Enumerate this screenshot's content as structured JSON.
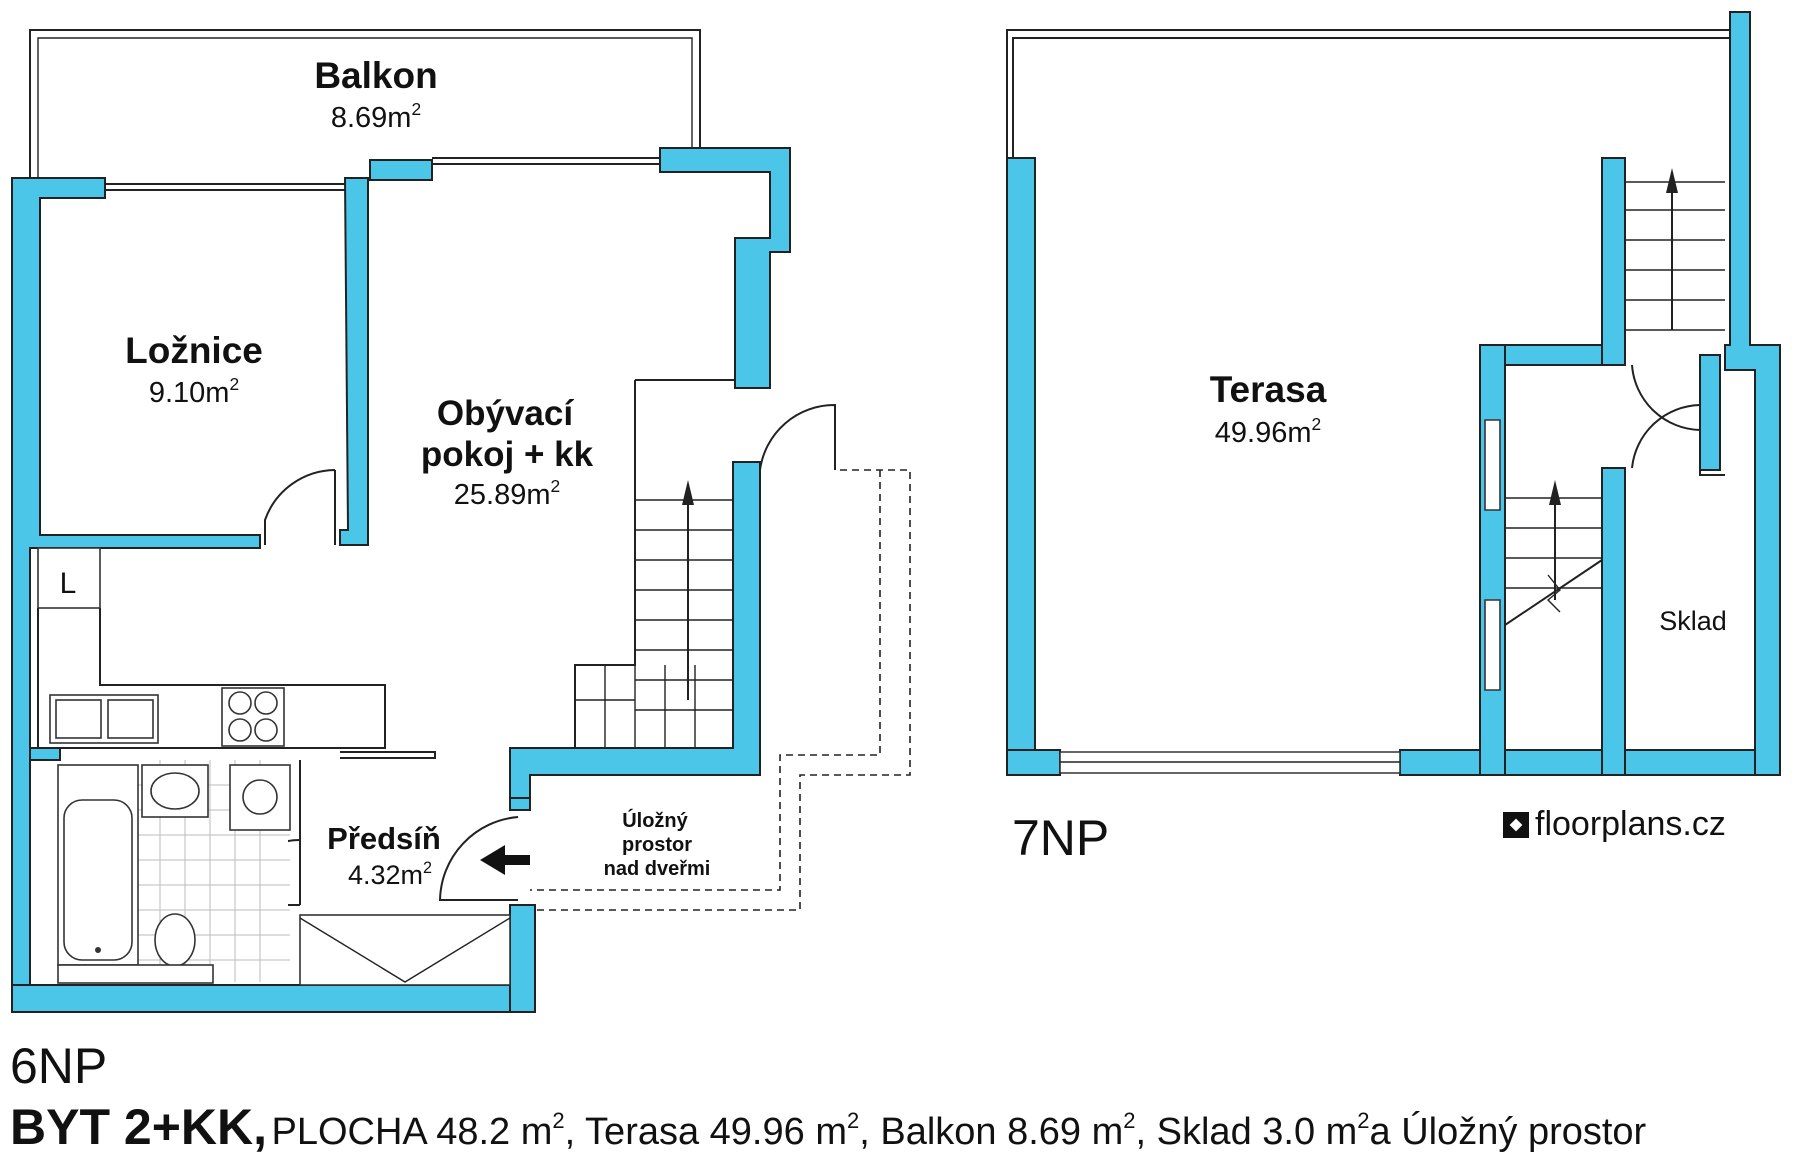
{
  "floor_6": {
    "label": "6NP",
    "rooms": {
      "balkon": {
        "name": "Balkon",
        "area": "8.69m",
        "unit_sup": "2"
      },
      "loznice": {
        "name": "Ložnice",
        "area": "9.10m",
        "unit_sup": "2"
      },
      "obyvaci": {
        "name_line1": "Obývací",
        "name_line2": "pokoj + kk",
        "area": "25.89m",
        "unit_sup": "2"
      },
      "predsin": {
        "name": "Předsíň",
        "area": "4.32m",
        "unit_sup": "2"
      }
    },
    "storage_note": {
      "line1": "Úložný",
      "line2": "prostor",
      "line3": "nad dveřmi"
    },
    "fridge_label": "L"
  },
  "floor_7": {
    "label": "7NP",
    "rooms": {
      "terasa": {
        "name": "Terasa",
        "area": "49.96m",
        "unit_sup": "2"
      },
      "sklad": {
        "name": "Sklad"
      }
    }
  },
  "brand": {
    "name": "floorplans.cz"
  },
  "summary": {
    "title": "BYT 2+KK,",
    "plocha": "PLOCHA 48.2 m",
    "terasa": ", Terasa 49.96 m",
    "balkon": ", Balkon 8.69 m",
    "sklad": ", Sklad 3.0 m",
    "tail": "a Úložný prostor",
    "sup": "2"
  },
  "colors": {
    "wall": "#4cc6e8",
    "outline": "#222222",
    "background": "#ffffff"
  }
}
